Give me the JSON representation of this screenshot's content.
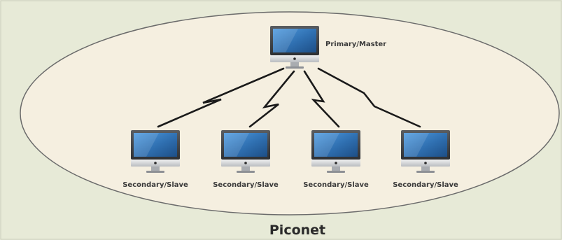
{
  "title": "Piconet",
  "primary": {
    "label": "Primary/Master",
    "icon": "desktop-monitor-icon"
  },
  "secondaries": [
    {
      "label": "Secondary/Slave",
      "icon": "desktop-monitor-icon"
    },
    {
      "label": "Secondary/Slave",
      "icon": "desktop-monitor-icon"
    },
    {
      "label": "Secondary/Slave",
      "icon": "desktop-monitor-icon"
    },
    {
      "label": "Secondary/Slave",
      "icon": "desktop-monitor-icon"
    }
  ],
  "connections": [
    {
      "from": "primary",
      "to": 0,
      "type": "wireless-link"
    },
    {
      "from": "primary",
      "to": 1,
      "type": "wireless-link"
    },
    {
      "from": "primary",
      "to": 2,
      "type": "wireless-link"
    },
    {
      "from": "primary",
      "to": 3,
      "type": "wireless-link"
    }
  ],
  "colors": {
    "frame": "#e7ead7",
    "ellipse_fill": "#f5efe0",
    "ellipse_stroke": "#6b6b6b",
    "screen_blue": "#2f6fb0",
    "link": "#1a1a1a"
  }
}
